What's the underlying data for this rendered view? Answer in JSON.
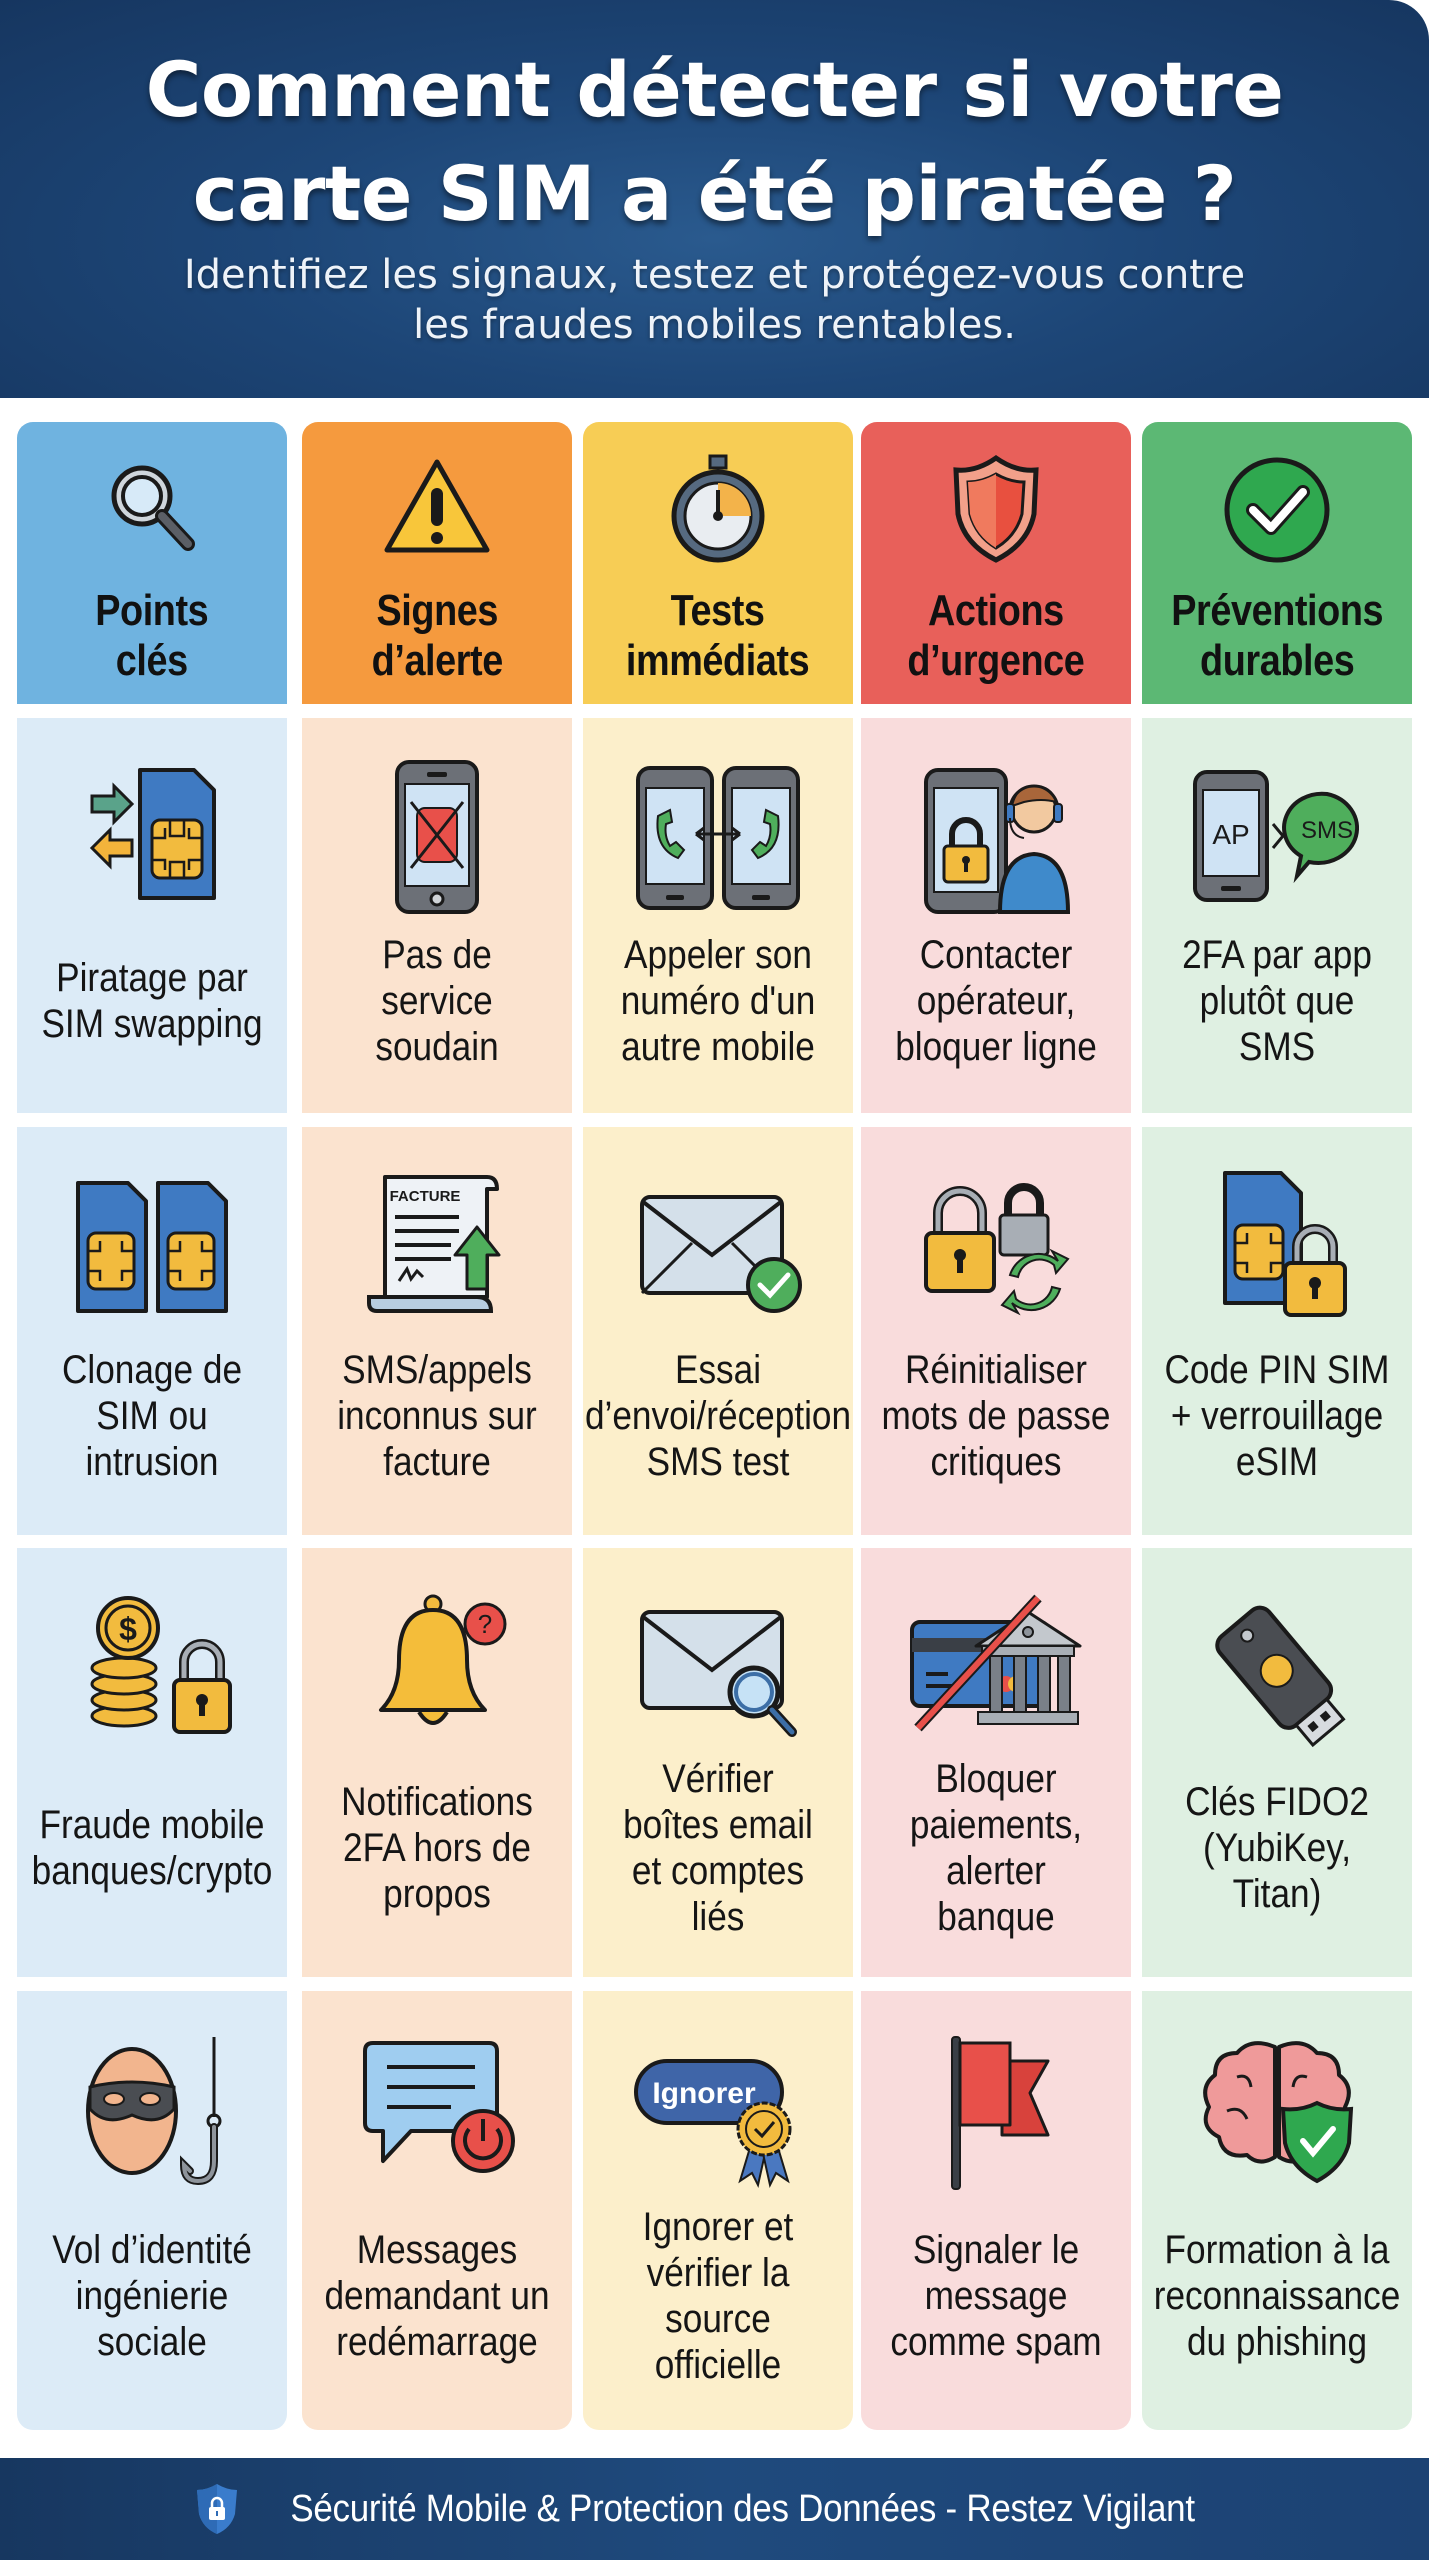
{
  "header": {
    "title_line1": "Comment détecter si votre",
    "title_line2": "carte SIM a été piratée ?",
    "subtitle_line1": "Identifiez les signaux, testez et protégez-vous contre",
    "subtitle_line2": "les fraudes mobiles rentables."
  },
  "colors": {
    "hero_bg": "#1d4677",
    "col_blue": "#6fb3e0",
    "col_orange": "#f59a3e",
    "col_yellow": "#f7cd55",
    "col_red": "#e8605a",
    "col_green": "#5cb874",
    "cell_blue": "#dcebf7",
    "cell_orange": "#fbe3cf",
    "cell_yellow": "#fcefcb",
    "cell_red": "#f9dcdc",
    "cell_green": "#dff0e2"
  },
  "columns": [
    {
      "title_line1": "Points",
      "title_line2": "clés",
      "icon": "magnifier-icon",
      "items": [
        {
          "text": "Piratage par\nSIM swapping",
          "icon": "sim-swap-icon"
        },
        {
          "text": "Clonage de\nSIM ou\nintrusion",
          "icon": "dual-sim-icon"
        },
        {
          "text": "Fraude mobile\nbanques/crypto",
          "icon": "coins-lock-icon"
        },
        {
          "text": "Vol d’identité\ningénierie\nsociale",
          "icon": "masked-thief-hook-icon"
        }
      ]
    },
    {
      "title_line1": "Signes",
      "title_line2": "d’alerte",
      "icon": "warning-icon",
      "items": [
        {
          "text": "Pas de\nservice\nsoudain",
          "icon": "phone-no-signal-icon"
        },
        {
          "text": "SMS/appels\ninconnus sur\nfacture",
          "icon": "invoice-arrow-up-icon",
          "badge": "FACTURE"
        },
        {
          "text": "Notifications\n2FA hors de\npropos",
          "icon": "bell-question-icon"
        },
        {
          "text": "Messages\ndemandant un\nredémarrage",
          "icon": "chat-power-icon"
        }
      ]
    },
    {
      "title_line1": "Tests",
      "title_line2": "immédiats",
      "icon": "stopwatch-icon",
      "items": [
        {
          "text": "Appeler son\nnuméro d'un\nautre mobile",
          "icon": "two-phones-call-icon"
        },
        {
          "text": "Essai\nd’envoi/réception\nSMS test",
          "icon": "envelope-check-icon"
        },
        {
          "text": "Vérifier\nboîtes email\net comptes\nliés",
          "icon": "envelope-search-icon"
        },
        {
          "text": "Ignorer et\nvérifier la\nsource\nofficielle",
          "icon": "ignore-button-badge-icon",
          "badge": "Ignorer"
        }
      ]
    },
    {
      "title_line1": "Actions",
      "title_line2": "d’urgence",
      "icon": "shield-icon",
      "items": [
        {
          "text": "Contacter\nopérateur,\nbloquer ligne",
          "icon": "phone-lock-support-icon"
        },
        {
          "text": "Réinitialiser\nmots de passe\ncritiques",
          "icon": "locks-refresh-icon"
        },
        {
          "text": "Bloquer\npaiements,\nalerter\nbanque",
          "icon": "card-blocked-bank-icon"
        },
        {
          "text": "Signaler le\nmessage\ncomme spam",
          "icon": "red-flag-icon"
        }
      ]
    },
    {
      "title_line1": "Préventions",
      "title_line2": "durables",
      "icon": "check-circle-icon",
      "items": [
        {
          "text": "2FA par app\nplutôt que\nSMS",
          "icon": "app-over-sms-icon",
          "badge_left": "AP",
          "badge_right": "SMS"
        },
        {
          "text": "Code PIN SIM\n+ verrouillage\neSIM",
          "icon": "sim-padlock-icon"
        },
        {
          "text": "Clés FIDO2\n(YubiKey,\nTitan)",
          "icon": "security-key-icon"
        },
        {
          "text": "Formation à la\nreconnaissance\ndu phishing",
          "icon": "brain-shield-icon"
        }
      ]
    }
  ],
  "footer": {
    "text": "Sécurité Mobile & Protection des Données - Restez Vigilant",
    "icon": "shield-lock-icon"
  }
}
